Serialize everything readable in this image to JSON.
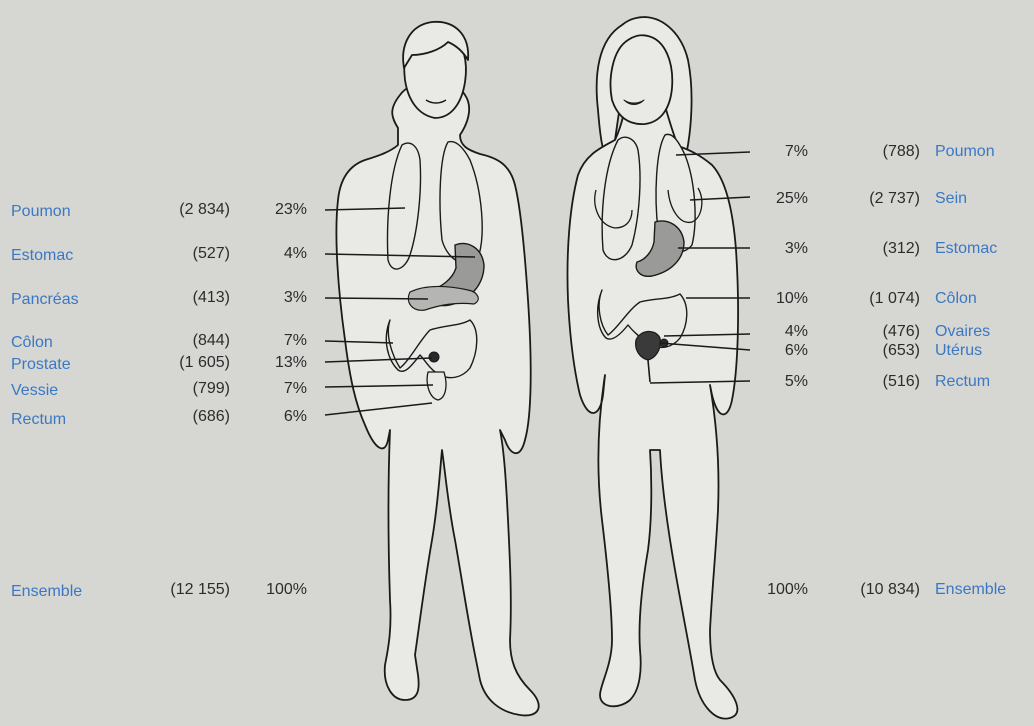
{
  "colors": {
    "background": "#d6d6d3",
    "organ_label": "#3b78c4",
    "number": "#2c2c2c",
    "body_fill": "#e9e9e6",
    "organ_fill": "#dcdcda"
  },
  "male": {
    "rows": [
      {
        "organ": "Poumon",
        "count": "(2 834)",
        "pct": "23%"
      },
      {
        "organ": "Estomac",
        "count": "(527)",
        "pct": "4%"
      },
      {
        "organ": "Pancréas",
        "count": "(413)",
        "pct": "3%"
      },
      {
        "organ": "Côlon",
        "count": "(844)",
        "pct": "7%"
      },
      {
        "organ": "Prostate",
        "count": "(1 605)",
        "pct": "13%"
      },
      {
        "organ": "Vessie",
        "count": "(799)",
        "pct": "7%"
      },
      {
        "organ": "Rectum",
        "count": "(686)",
        "pct": "6%"
      }
    ],
    "total": {
      "organ": "Ensemble",
      "count": "(12 155)",
      "pct": "100%"
    }
  },
  "female": {
    "rows": [
      {
        "organ": "Poumon",
        "count": "(788)",
        "pct": "7%"
      },
      {
        "organ": "Sein",
        "count": "(2 737)",
        "pct": "25%"
      },
      {
        "organ": "Estomac",
        "count": "(312)",
        "pct": "3%"
      },
      {
        "organ": "Côlon",
        "count": "(1 074)",
        "pct": "10%"
      },
      {
        "organ": "Ovaires",
        "count": "(476)",
        "pct": "4%"
      },
      {
        "organ": "Utérus",
        "count": "(653)",
        "pct": "6%"
      },
      {
        "organ": "Rectum",
        "count": "(516)",
        "pct": "5%"
      }
    ],
    "total": {
      "organ": "Ensemble",
      "count": "(10 834)",
      "pct": "100%"
    }
  }
}
